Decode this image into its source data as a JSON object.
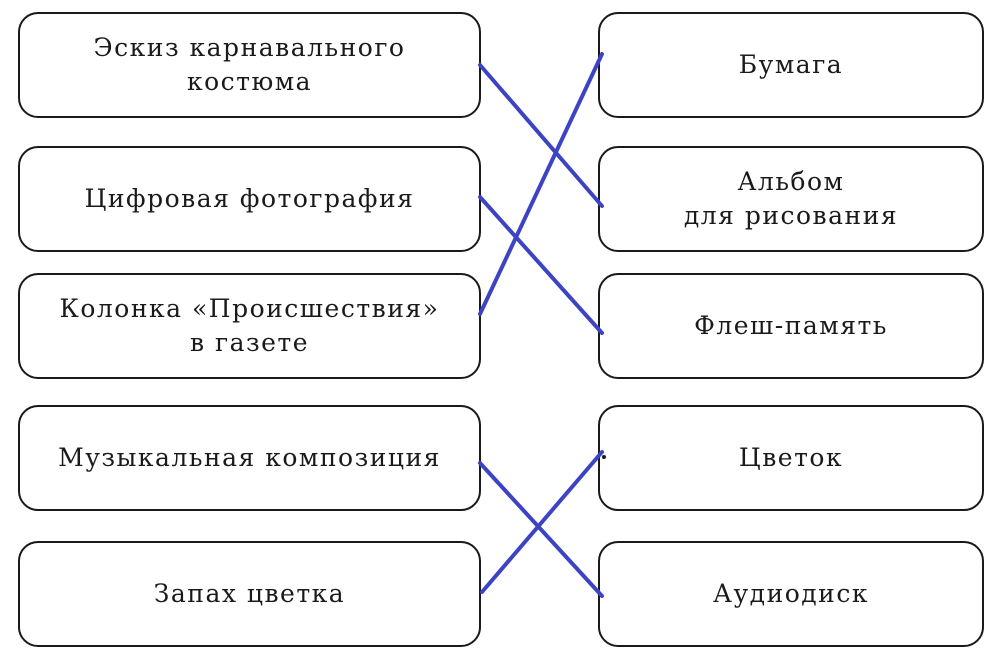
{
  "left_items": [
    "Эскиз карнавального\nкостюма",
    "Цифровая фотография",
    "Колонка «Происшествия»\nв газете",
    "Музыкальная композиция",
    "Запах цветка"
  ],
  "right_items": [
    "Бумага",
    "Альбом\nдля рисования",
    "Флеш-память",
    "Цветок",
    "Аудиодиск"
  ],
  "connections": [
    {
      "from": 0,
      "to": 1
    },
    {
      "from": 1,
      "to": 2
    },
    {
      "from": 2,
      "to": 0
    },
    {
      "from": 3,
      "to": 4
    },
    {
      "from": 4,
      "to": 3
    }
  ],
  "colors": {
    "link": "#3c44c4",
    "border": "#1a1a1a"
  }
}
